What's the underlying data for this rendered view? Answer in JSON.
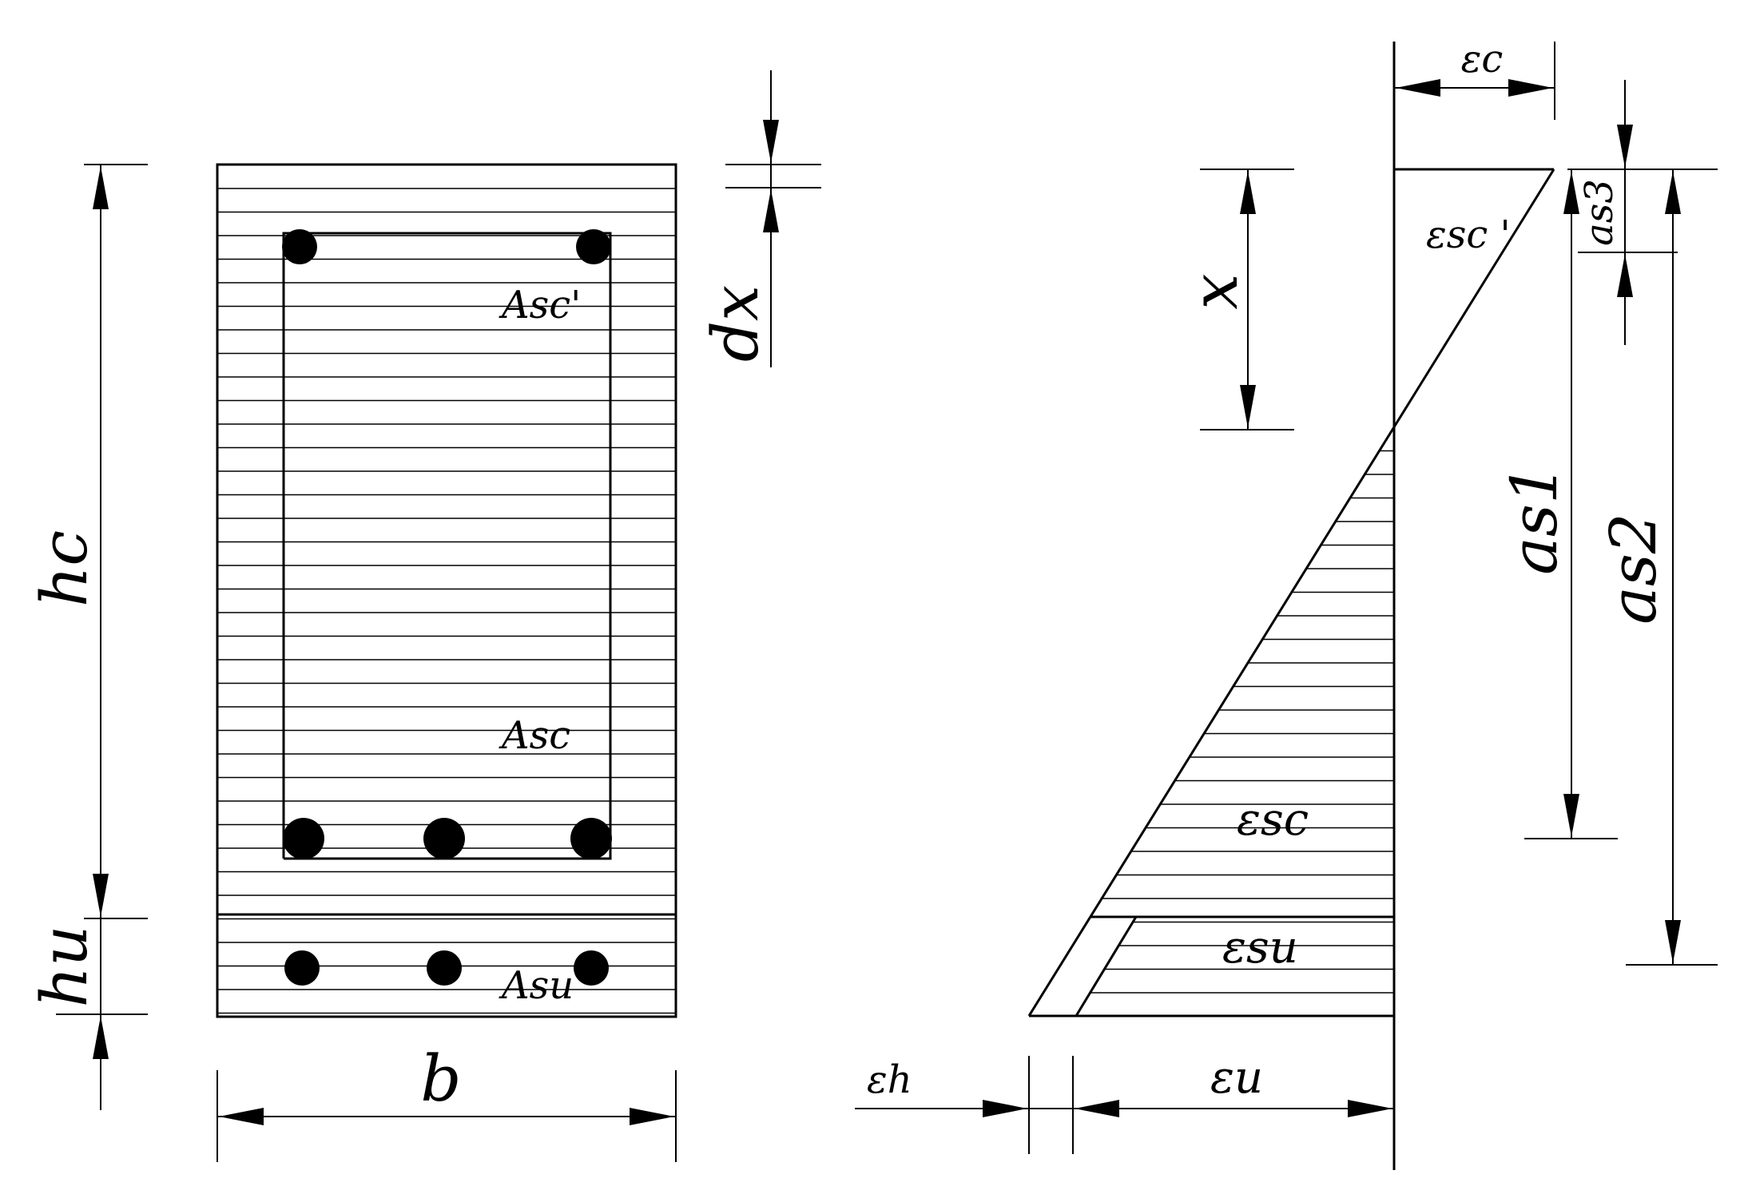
{
  "diagram": {
    "section": {
      "width_label": "b",
      "height_concrete_label": "hc",
      "height_uhpc_label": "hu",
      "strip_label": "dx",
      "rebar_top_label": "Asc'",
      "rebar_mid_label": "Asc",
      "rebar_bottom_label": "Asu"
    },
    "strain": {
      "concrete_strain_label": "εc",
      "neutral_axis_label": "x",
      "top_rebar_strain_label": "εsc '",
      "mid_rebar_strain_label": "εsc",
      "uhpc_rebar_strain_label": "εsu",
      "uhpc_strain_label": "εu",
      "offset_strain_label": "εh",
      "dist_label_1": "as1",
      "dist_label_2": "as2",
      "dist_label_3": "as3"
    }
  }
}
